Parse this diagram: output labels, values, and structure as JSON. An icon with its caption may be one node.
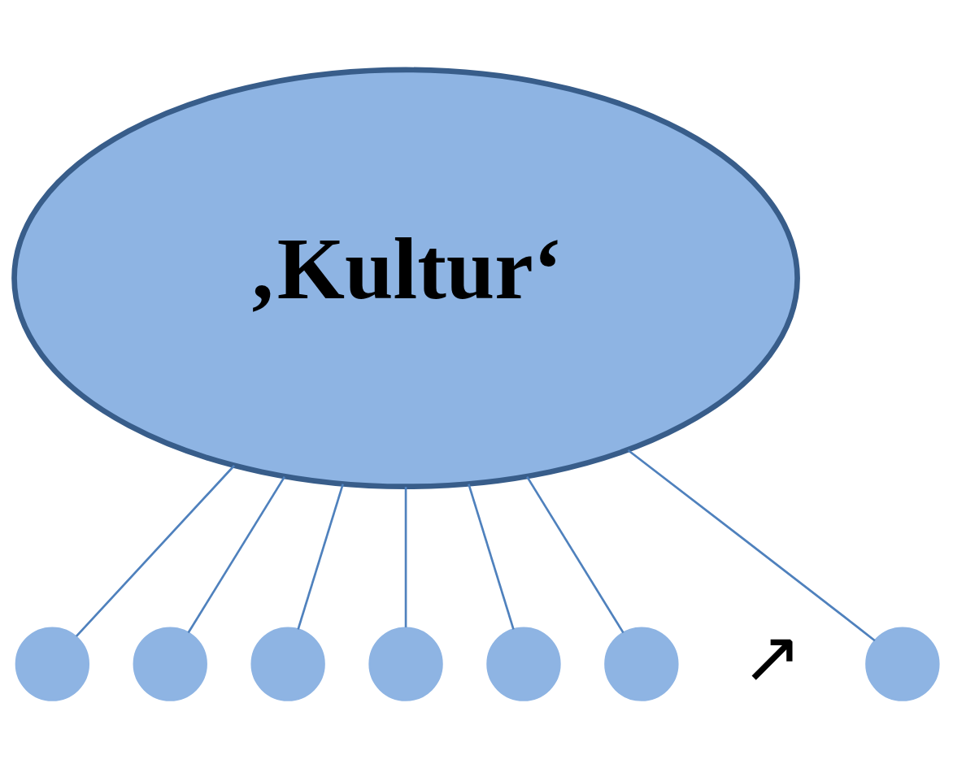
{
  "diagram": {
    "nodes": [
      {
        "text": [
          "‚Kultur‘"
        ]
      },
      {
        "text": [],
        "shape": "circle"
      },
      {
        "text": [],
        "shape": "circle"
      },
      {
        "text": [],
        "shape": "circle"
      },
      {
        "text": [],
        "shape": "circle"
      },
      {
        "text": [],
        "shape": "circle"
      },
      {
        "text": [],
        "shape": "circle"
      },
      {
        "text": [],
        "shape": "circle"
      }
    ],
    "edges": [
      {
        "from": 0,
        "to": 1,
        "arrow": "none"
      },
      {
        "from": 0,
        "to": 2,
        "arrow": "none"
      },
      {
        "from": 0,
        "to": 3,
        "arrow": "none"
      },
      {
        "from": 0,
        "to": 4,
        "arrow": "none"
      },
      {
        "from": 0,
        "to": 5,
        "arrow": "none"
      },
      {
        "from": 0,
        "to": 6,
        "arrow": "none"
      },
      {
        "from": 0,
        "to": 7,
        "arrow": "none"
      }
    ],
    "labels": [
      "↗"
    ]
  }
}
